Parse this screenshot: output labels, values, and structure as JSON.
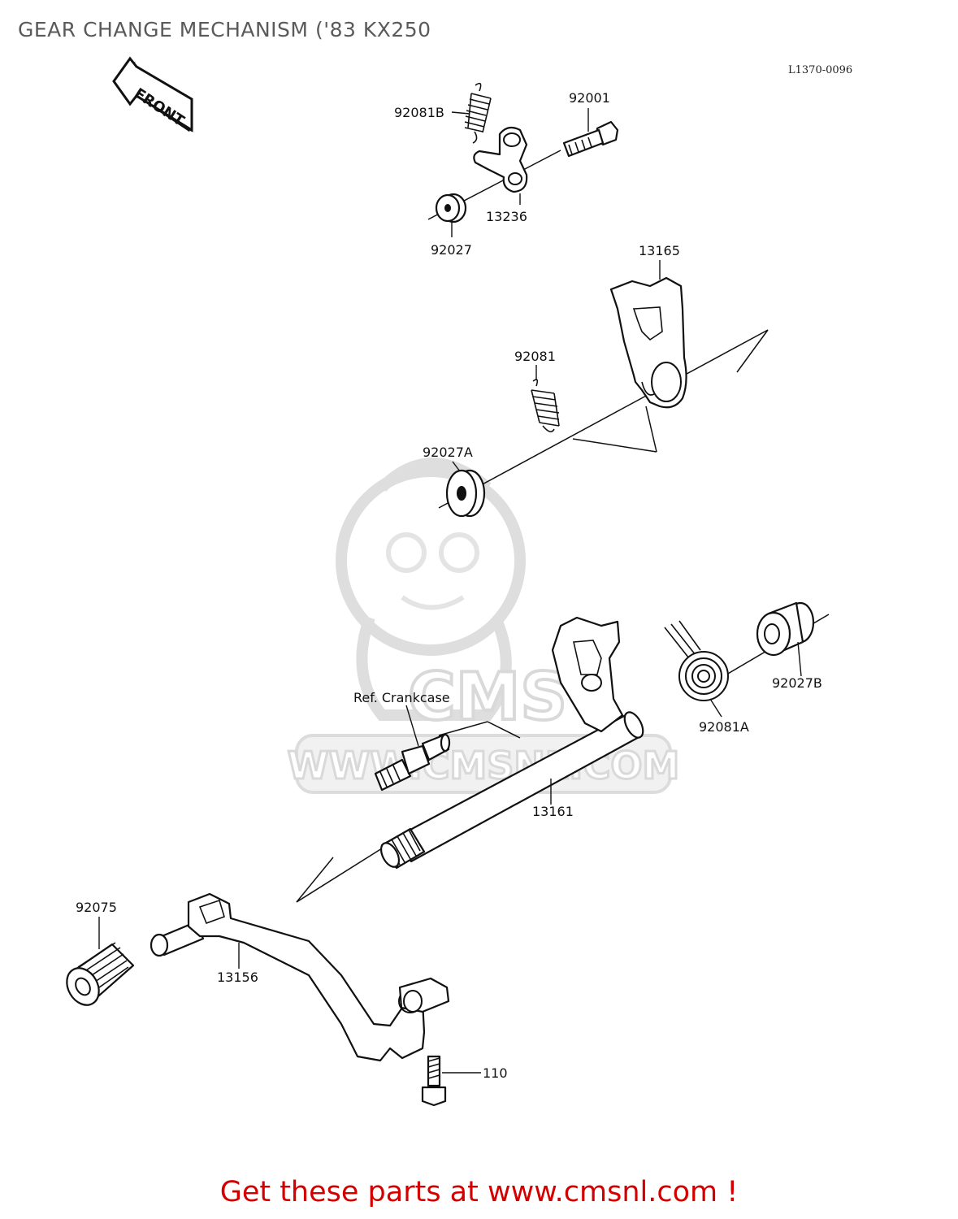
{
  "title": "GEAR CHANGE MECHANISM ('83 KX250",
  "reference_code": "L1370-0096",
  "front_arrow_label": "FRONT",
  "watermark": {
    "brand": "CMS",
    "url": "WWW.CMSNL.COM"
  },
  "part_labels": {
    "p92081B": "92081B",
    "p92001": "92001",
    "p13236": "13236",
    "p92027": "92027",
    "p13165": "13165",
    "p92081": "92081",
    "p92027A": "92027A",
    "p92027B": "92027B",
    "p92081A": "92081A",
    "ref_crankcase": "Ref. Crankcase",
    "p13161": "13161",
    "p92075": "92075",
    "p13156": "13156",
    "p110": "110"
  },
  "footer": "Get these parts at www.cmsnl.com !",
  "colors": {
    "title": "#5a5a5a",
    "footer": "#d40000",
    "line_art": "#111111",
    "watermark": "#d9d9d9"
  }
}
